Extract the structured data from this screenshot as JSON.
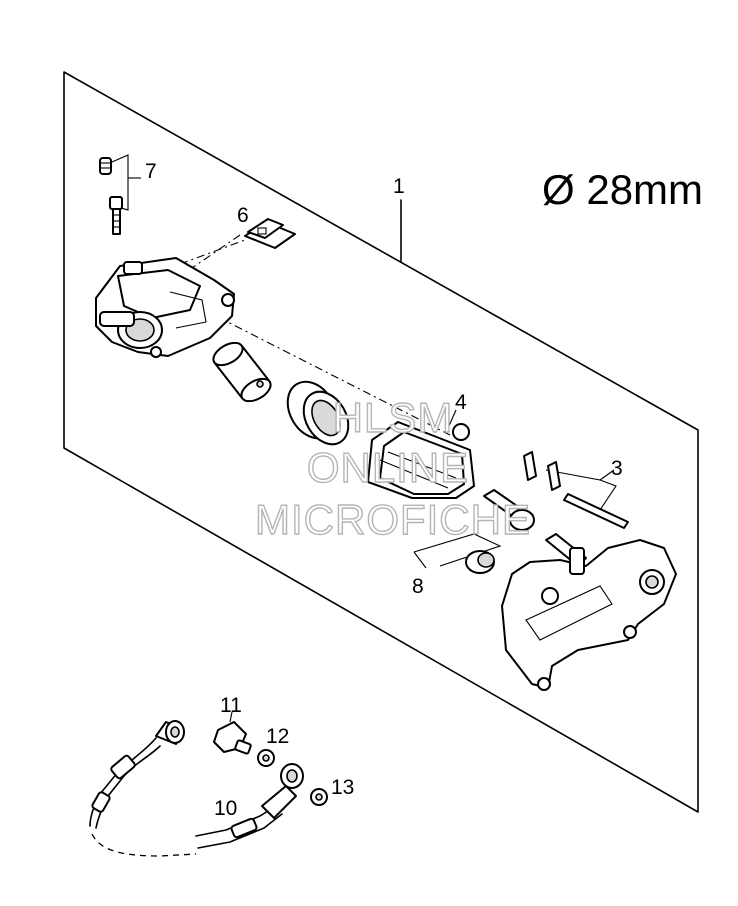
{
  "diagram": {
    "title": "Ø 28mm",
    "callouts": {
      "c1": "1",
      "c3": "3",
      "c4": "4",
      "c6": "6",
      "c7": "7",
      "c8": "8",
      "c10": "10",
      "c11": "11",
      "c12": "12",
      "c13": "13"
    },
    "watermark": {
      "line1": "HLSM",
      "line2": "ONLINE",
      "line3": "MICROFICHE"
    }
  }
}
